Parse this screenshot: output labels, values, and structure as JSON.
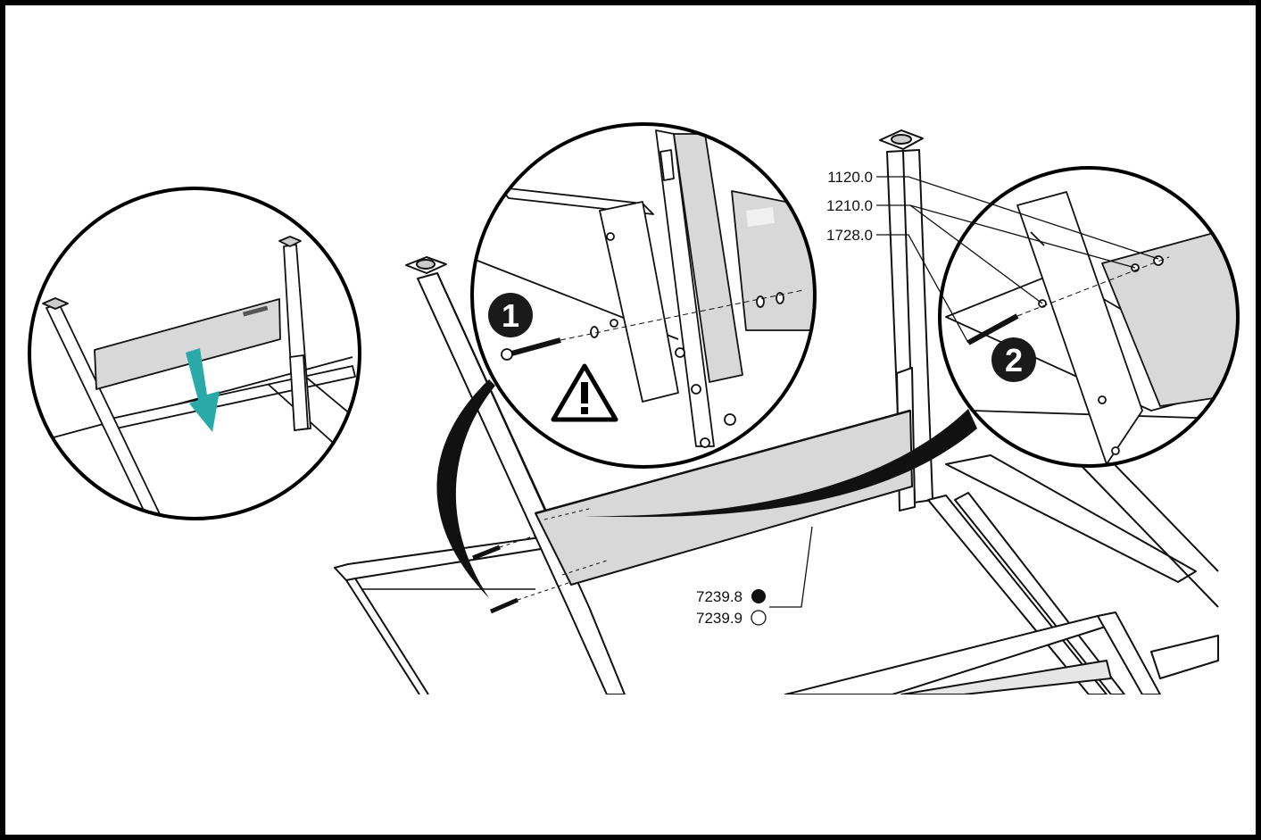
{
  "parts": {
    "top_group": [
      "1120.0",
      "1210.0",
      "1728.0"
    ],
    "panel_black": "7239.8",
    "panel_white": "7239.9"
  },
  "steps": {
    "step1": "1",
    "step2": "2"
  },
  "icons": {
    "warning": "warning-triangle-icon",
    "arrow": "down-arrow-icon"
  },
  "colors": {
    "frame": "#000000",
    "line": "#111111",
    "panel_fill": "#d8d8d8",
    "arrow": "#2aa9a9",
    "badge": "#1a1a1a"
  }
}
